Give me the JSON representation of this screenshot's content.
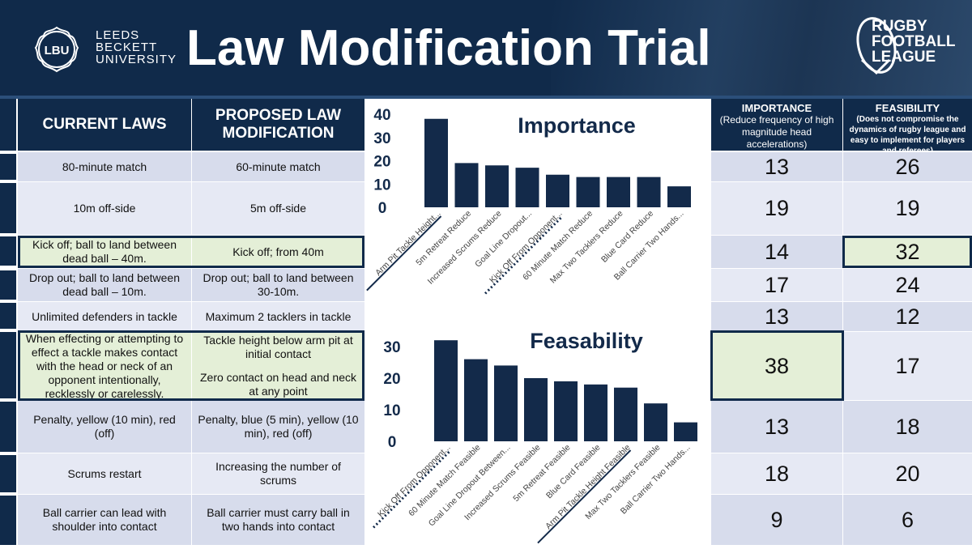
{
  "header": {
    "university_lines": [
      "LEEDS",
      "BECKETT",
      "UNIVERSITY"
    ],
    "logo_monogram": "LBU",
    "title": "Law Modification Trial",
    "rfl_lines": [
      "RUGBY",
      "FOOTBALL",
      "LEAGUE"
    ]
  },
  "table": {
    "col_current": "CURRENT LAWS",
    "col_proposed": "PROPOSED LAW MODIFICATION",
    "col_importance": "IMPORTANCE",
    "col_importance_sub": "(Reduce frequency of high magnitude head accelerations)",
    "col_feasibility": "FEASIBILITY",
    "col_feasibility_sub": "(Does not compromise the dynamics of rugby league and easy to implement for players and referees)",
    "rows": [
      {
        "current": "80-minute match",
        "proposed": "60-minute match",
        "importance": "13",
        "feasibility": "26"
      },
      {
        "current": "10m off-side",
        "proposed": "5m off-side",
        "importance": "19",
        "feasibility": "19"
      },
      {
        "current": "Kick off; ball to land between dead ball – 40m.",
        "proposed": "Kick off; from 40m",
        "importance": "14",
        "feasibility": "32"
      },
      {
        "current": "Drop out; ball to land between dead ball – 10m.",
        "proposed": "Drop out; ball to land between 30-10m.",
        "importance": "17",
        "feasibility": "24"
      },
      {
        "current": "Unlimited defenders in tackle",
        "proposed": "Maximum 2 tacklers in tackle",
        "importance": "13",
        "feasibility": "12"
      },
      {
        "current": "When effecting or attempting to effect a tackle makes contact with the head or neck of an opponent intentionally, recklessly or carelessly.",
        "proposed": "Tackle height below arm pit at initial contact",
        "proposed_extra": "Zero contact on head and neck at any point",
        "importance": "38",
        "feasibility": "17"
      },
      {
        "current": "Penalty, yellow (10 min), red (off)",
        "proposed": "Penalty, blue (5 min), yellow (10 min), red (off)",
        "importance": "13",
        "feasibility": "18"
      },
      {
        "current": "Scrums restart",
        "proposed": "Increasing the number of scrums",
        "importance": "18",
        "feasibility": "20"
      },
      {
        "current": "Ball carrier can lead with shoulder into contact",
        "proposed": "Ball carrier must carry ball in two hands into contact",
        "importance": "9",
        "feasibility": "6"
      }
    ]
  },
  "chart_data": [
    {
      "type": "bar",
      "title": "Importance",
      "categories": [
        "Arm Pit Tackle Height...",
        "5m Retreat Reduce",
        "Increased Scrums Reduce",
        "Goal Line Dropout...",
        "Kick Off From Opponent...",
        "60 Minute Match Reduce",
        "Max Two Tacklers Reduce",
        "Blue Card Reduce",
        "Ball Carrier Two Hands..."
      ],
      "values": [
        38,
        19,
        18,
        17,
        14,
        13,
        13,
        13,
        9
      ],
      "ylim": [
        0,
        40
      ],
      "yticks": [
        "0",
        "10",
        "20",
        "30",
        "40"
      ],
      "color": "#132a4a",
      "grid": false
    },
    {
      "type": "bar",
      "title": "Feasability",
      "categories": [
        "Kick Off From Opponent...",
        "60 Minute Match Feasible",
        "Goal Line Dropout Between...",
        "Increased Scrums Feasible",
        "5m Retreat Feasible",
        "Blue Card Feasible",
        "Arm Pit Tackle Height Feasible",
        "Max Two Tacklers Feasible",
        "Ball Carrier Two Hands..."
      ],
      "values": [
        32,
        26,
        24,
        20,
        19,
        18,
        17,
        12,
        6
      ],
      "ylim": [
        0,
        30
      ],
      "yticks": [
        "0",
        "10",
        "20",
        "30"
      ],
      "color": "#132a4a",
      "grid": false
    }
  ]
}
